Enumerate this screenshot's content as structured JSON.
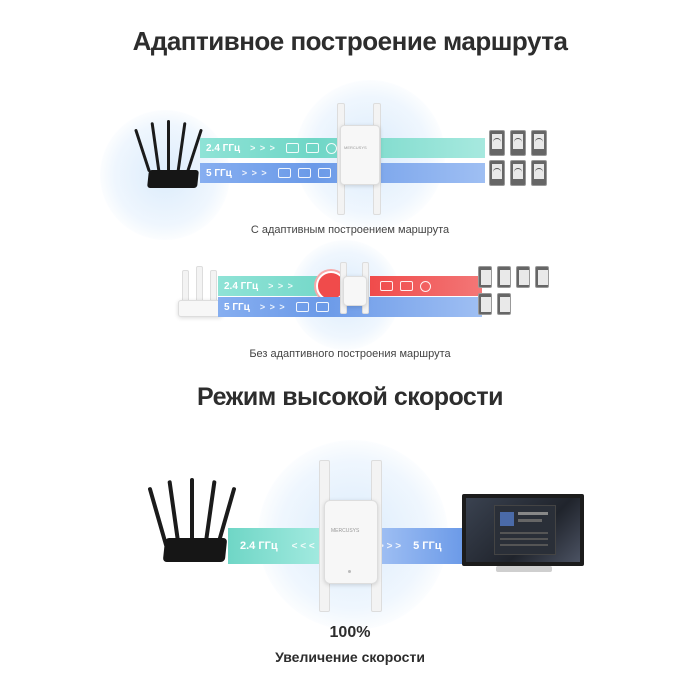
{
  "section1": {
    "title": "Адаптивное построение маршрута",
    "caption_with": "С адаптивным построением маршрута",
    "caption_without": "Без адаптивного построения маршрута",
    "band_24": "2.4 ГГц",
    "band_5": "5 ГГц",
    "chevrons": "> > >"
  },
  "section2": {
    "title": "Режим высокой скорости",
    "band_24": "2.4 ГГц",
    "band_5": "5 ГГц",
    "chevrons_left": "< < <",
    "chevrons_right": "> > >",
    "percent": "100%",
    "subtitle": "Увеличение скорости"
  },
  "device": {
    "brand": "MERCUSYS"
  },
  "colors": {
    "band_24": "#6fd6c6",
    "band_5": "#6b9ae8",
    "red": "#f04b4b",
    "halo": "#dcebfb",
    "title": "#2d2d2d"
  }
}
